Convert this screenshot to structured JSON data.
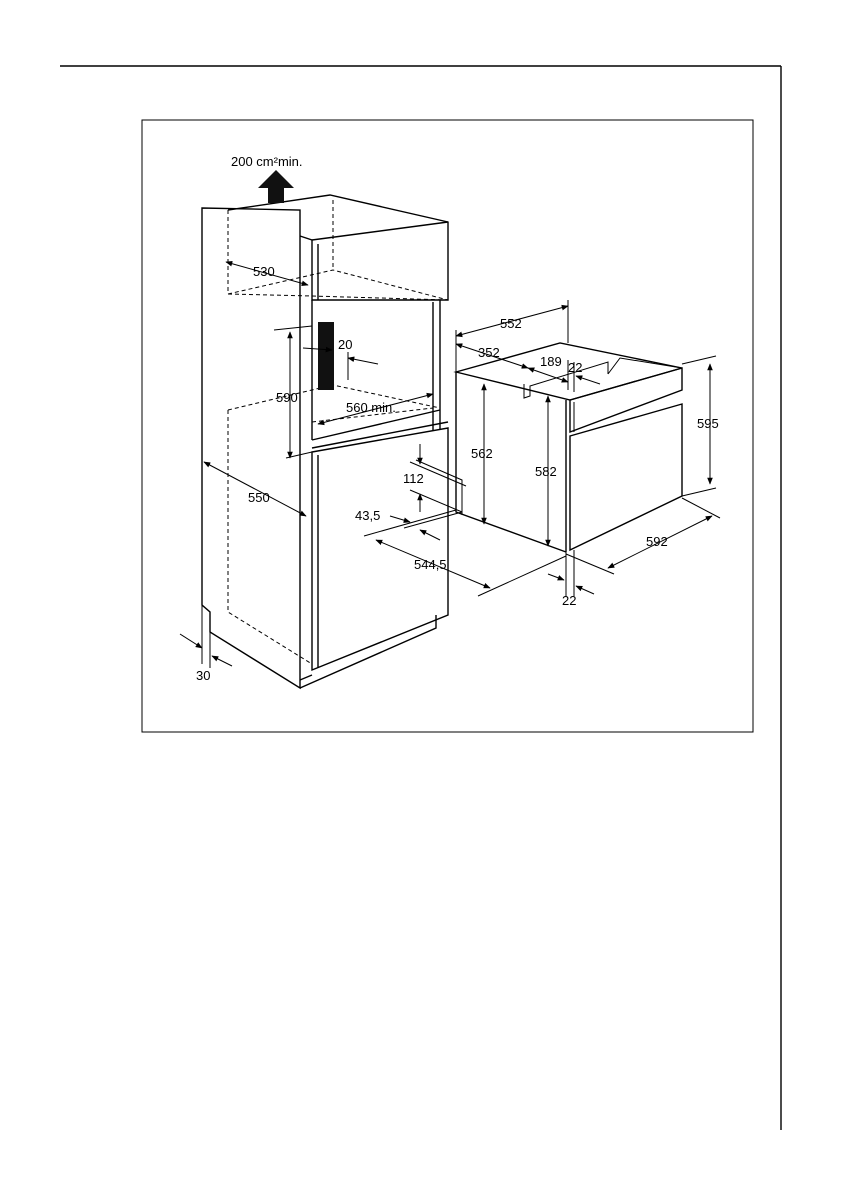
{
  "figure": {
    "ventilation_label": "200 cm²min.",
    "dimensions": {
      "d530": "530",
      "d20": "20",
      "d590": "590",
      "d560": "560 min.",
      "d550": "550",
      "d30": "30",
      "d552": "552",
      "d352": "352",
      "d189": "189",
      "d22_top": "22",
      "d595": "595",
      "d562": "562",
      "d582": "582",
      "d112": "112",
      "d43_5": "43,5",
      "d544_5": "544,5",
      "d592": "592",
      "d22_bottom": "22"
    }
  }
}
